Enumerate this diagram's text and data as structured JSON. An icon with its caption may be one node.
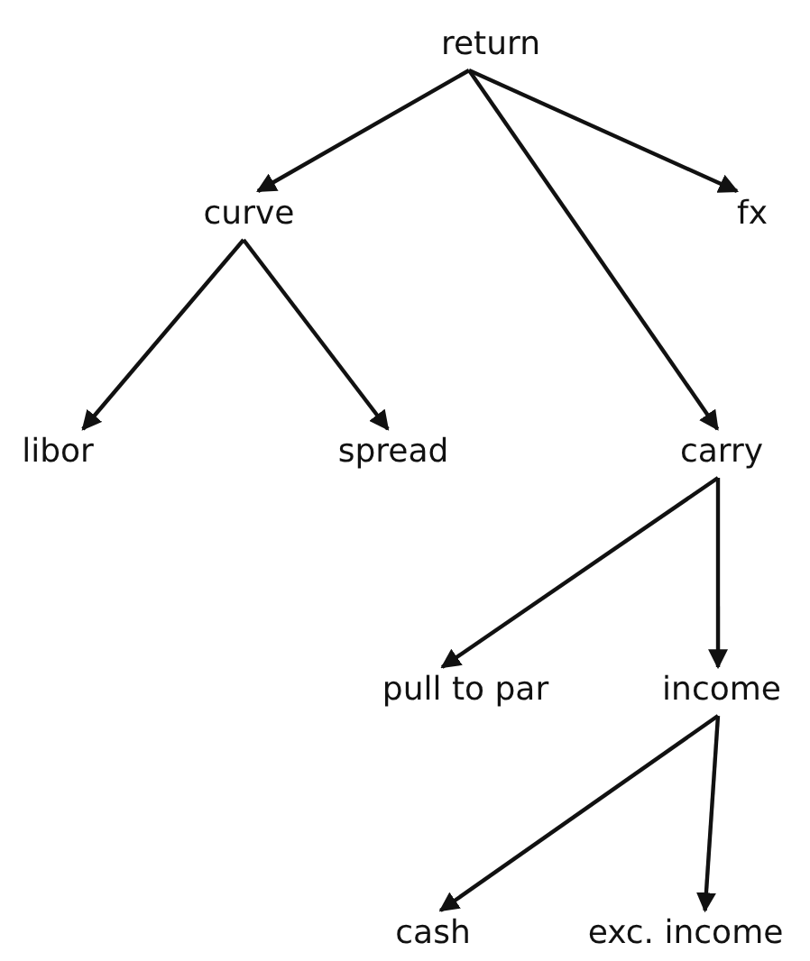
{
  "diagram": {
    "nodes": [
      {
        "text": [
          "return"
        ]
      },
      {
        "text": [
          "curve"
        ]
      },
      {
        "text": [
          "fx"
        ]
      },
      {
        "text": [
          "libor"
        ]
      },
      {
        "text": [
          "spread"
        ]
      },
      {
        "text": [
          "carry"
        ]
      },
      {
        "text": [
          "pull to par"
        ]
      },
      {
        "text": [
          "income"
        ]
      },
      {
        "text": [
          "cash"
        ]
      },
      {
        "text": [
          "exc. income"
        ]
      }
    ],
    "edges": [
      {
        "from": 0,
        "to": 1,
        "arrow": "to"
      },
      {
        "from": 0,
        "to": 2,
        "arrow": "to"
      },
      {
        "from": 0,
        "to": 5,
        "arrow": "to"
      },
      {
        "from": 1,
        "to": 3,
        "arrow": "to"
      },
      {
        "from": 1,
        "to": 4,
        "arrow": "to"
      },
      {
        "from": 5,
        "to": 6,
        "arrow": "to"
      },
      {
        "from": 5,
        "to": 7,
        "arrow": "to"
      },
      {
        "from": 7,
        "to": 8,
        "arrow": "to"
      },
      {
        "from": 7,
        "to": 9,
        "arrow": "to"
      }
    ]
  }
}
